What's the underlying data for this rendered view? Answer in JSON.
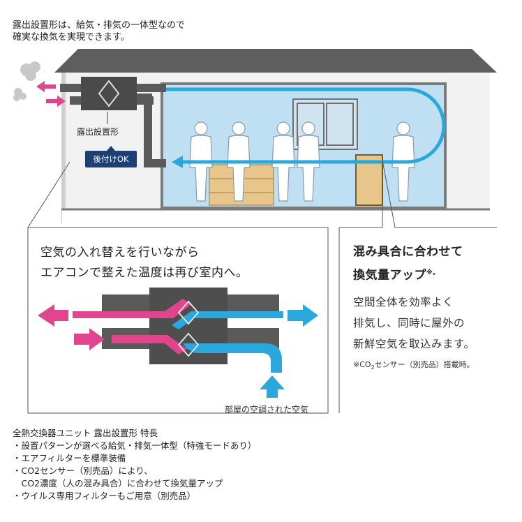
{
  "caption": {
    "line1": "露出設置形は、給気・排気の一体型なので",
    "line2": "確実な換気を実現できます。"
  },
  "unit_label": "露出設置形",
  "badge": "後付けOK",
  "left_panel": {
    "line1": "空気の入れ替えを行いながら",
    "line2": "エアコンで整えた温度は再び室内へ。"
  },
  "right_panel": {
    "title_line1": "混み具合に合わせて",
    "title_line2": "換気量アップ",
    "title_mark": "※。",
    "body_line1": "空間全体を効率よく",
    "body_line2": "排気し、同時に屋外の",
    "body_line3": "新鮮空気を取込みます。",
    "note_prefix": "※CO",
    "note_sub": "2",
    "note_rest": "センサー（別売品）搭載時。"
  },
  "room_air_label": "部屋の空調された空気",
  "features": {
    "title": "全熱交換器ユニット 露出設置形 特長",
    "items": [
      "・設置パターンが選べる給気・排気一体型（特強モードあり）",
      "・エアフィルターを標準装備",
      "・CO2センサー（別売品）により、",
      "　CO2濃度（人の混み具合）に合わせて換気量アップ",
      "・ウイルス専用フィルターもご用意（別売品）"
    ]
  },
  "colors": {
    "supply_pink": "#e0458e",
    "exhaust_blue": "#2aa8dc",
    "room_fill": "#bfe0f3",
    "roof": "#5e5e5e",
    "wall": "#8a8a8a",
    "unit_gray": "#5a5a5a",
    "badge_navy": "#1e3f73",
    "furniture": "#e8c58a"
  },
  "icons": [
    "smoke-cloud-icon",
    "person-icon",
    "window-icon",
    "heat-exchanger-icon"
  ]
}
